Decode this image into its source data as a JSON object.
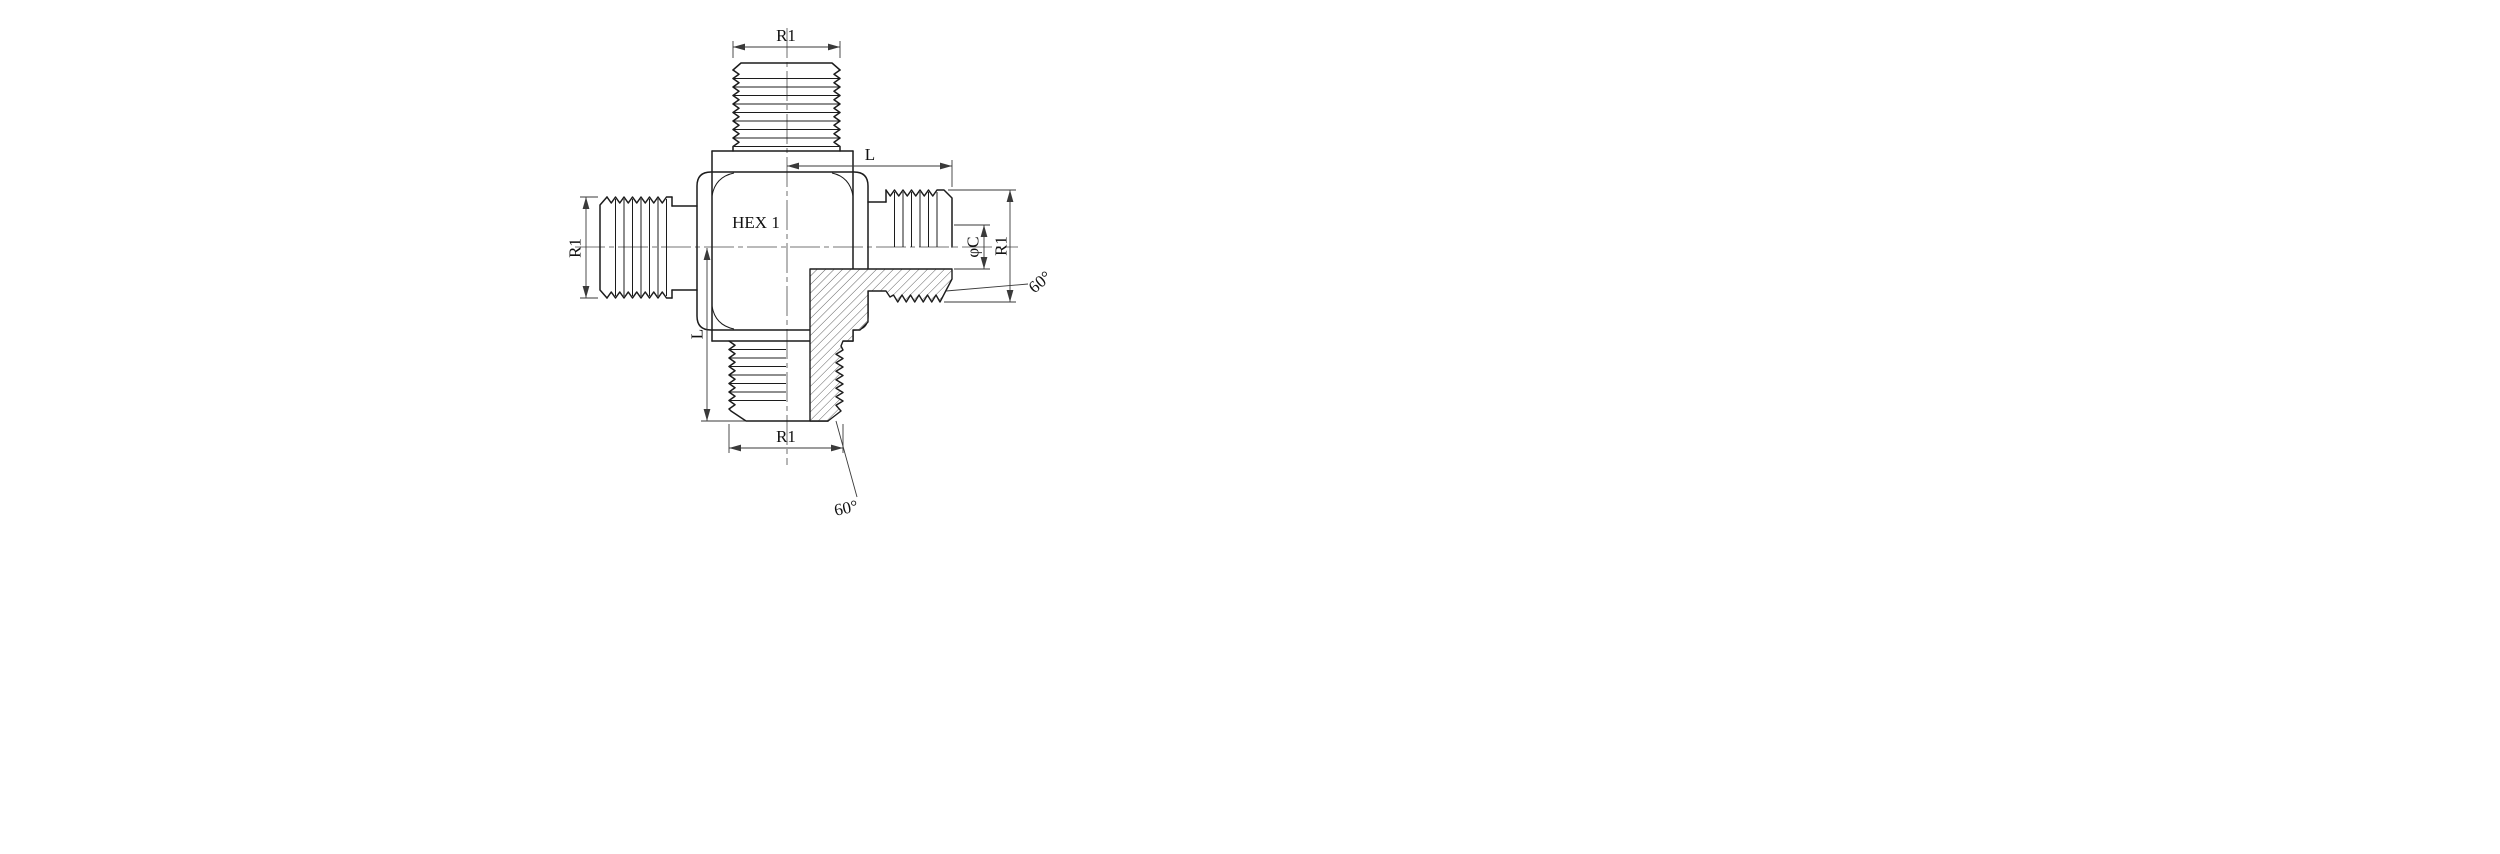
{
  "drawing": {
    "labels": {
      "top_r1": "R1",
      "length_right": "L",
      "left_r1": "R1",
      "hex": "HEX 1",
      "length_bottom": "L",
      "bore_dia": "φC",
      "right_r1": "R1",
      "angle_right": "60°",
      "bottom_r1": "R1",
      "angle_bottom": "60°"
    },
    "colors": {
      "line": "#1c1c1c",
      "background": "#ffffff"
    }
  }
}
